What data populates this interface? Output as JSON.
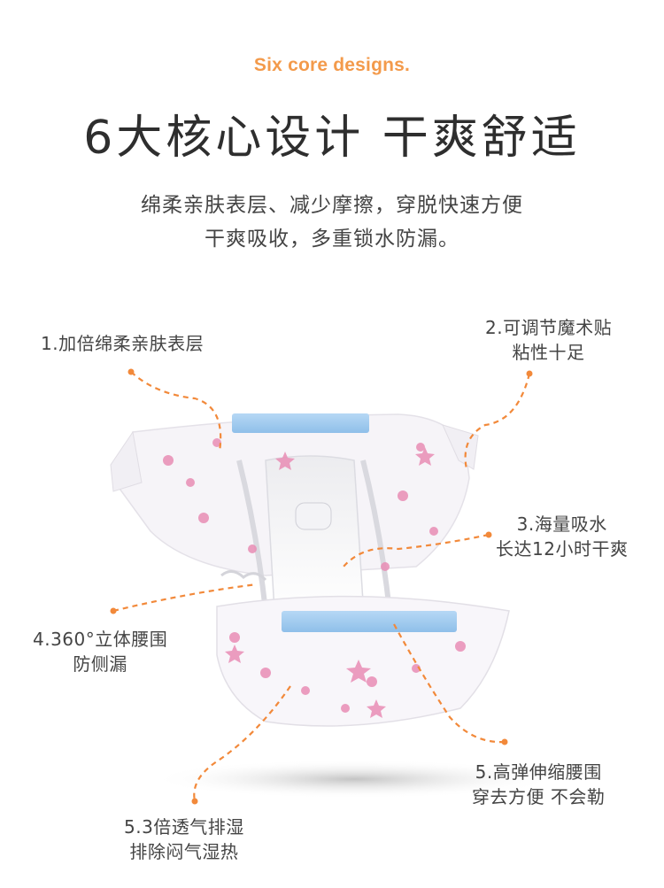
{
  "header": {
    "subtitle_en": "Six core designs.",
    "title": "6大核心设计 干爽舒适",
    "desc_line1": "绵柔亲肤表层、减少摩擦，穿脱快速方便",
    "desc_line2": "干爽吸收，多重锁水防漏。"
  },
  "callouts": {
    "c1_line1": "1.加倍绵柔亲肤表层",
    "c2_line1": "2.可调节魔术贴",
    "c2_line2": "粘性十足",
    "c3_line1": "3.海量吸水",
    "c3_line2": "长达12小时干爽",
    "c4_line1": "4.360°立体腰围",
    "c4_line2": "防侧漏",
    "c5a_line1": "5.高弹伸缩腰围",
    "c5a_line2": "穿去方便 不会勒",
    "c5b_line1": "5.3倍透气排湿",
    "c5b_line2": "排除闷气湿热"
  },
  "colors": {
    "accent": "#f39a4b",
    "dash": "#f2893a",
    "waistband_blue": "#9cc8ee",
    "print_pink": "#e98db5"
  }
}
